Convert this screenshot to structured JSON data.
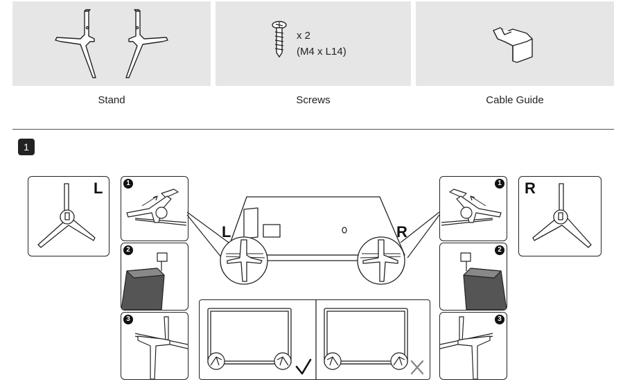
{
  "parts": [
    {
      "name": "Stand",
      "icon": "stand-leg-icon"
    },
    {
      "name": "Screws",
      "icon": "screw-icon",
      "quantity": "x 2",
      "spec": "(M4 x L14)"
    },
    {
      "name": "Cable Guide",
      "icon": "cable-guide-icon"
    }
  ],
  "step": {
    "number": "1"
  },
  "side_labels": {
    "left": "L",
    "right": "R"
  },
  "substeps": [
    "1",
    "2",
    "3"
  ],
  "colors": {
    "panel_bg": "#e6e6e6",
    "line": "#222222",
    "badge_bg": "#222222"
  }
}
